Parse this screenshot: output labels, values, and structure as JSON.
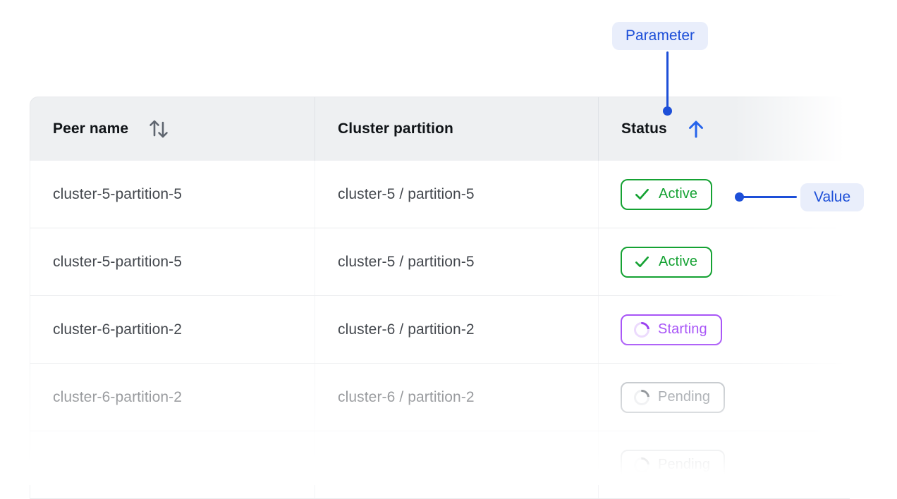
{
  "callouts": {
    "parameter": "Parameter",
    "value": "Value"
  },
  "table": {
    "columns": [
      {
        "label": "Peer name",
        "sort_icon": "sort-both-icon"
      },
      {
        "label": "Cluster partition",
        "sort_icon": ""
      },
      {
        "label": "Status",
        "sort_icon": "sort-asc-icon"
      }
    ],
    "rows": [
      {
        "peer_name": "cluster-5-partition-5",
        "cluster_partition": "cluster-5 / partition-5",
        "status": "Active"
      },
      {
        "peer_name": "cluster-5-partition-5",
        "cluster_partition": "cluster-5 / partition-5",
        "status": "Active"
      },
      {
        "peer_name": "cluster-6-partition-2",
        "cluster_partition": "cluster-6 / partition-2",
        "status": "Starting"
      },
      {
        "peer_name": "cluster-6-partition-2",
        "cluster_partition": "cluster-6 / partition-2",
        "status": "Pending"
      },
      {
        "peer_name": "",
        "cluster_partition": "",
        "status": "Pending"
      }
    ]
  },
  "colors": {
    "accent_blue": "#1d4fd8",
    "callout_bg": "#e9eefb",
    "header_bg": "#eef0f2",
    "status_active_green": "#15a233",
    "status_starting_purple": "#a855f7",
    "status_pending_gray": "#6e747c"
  }
}
